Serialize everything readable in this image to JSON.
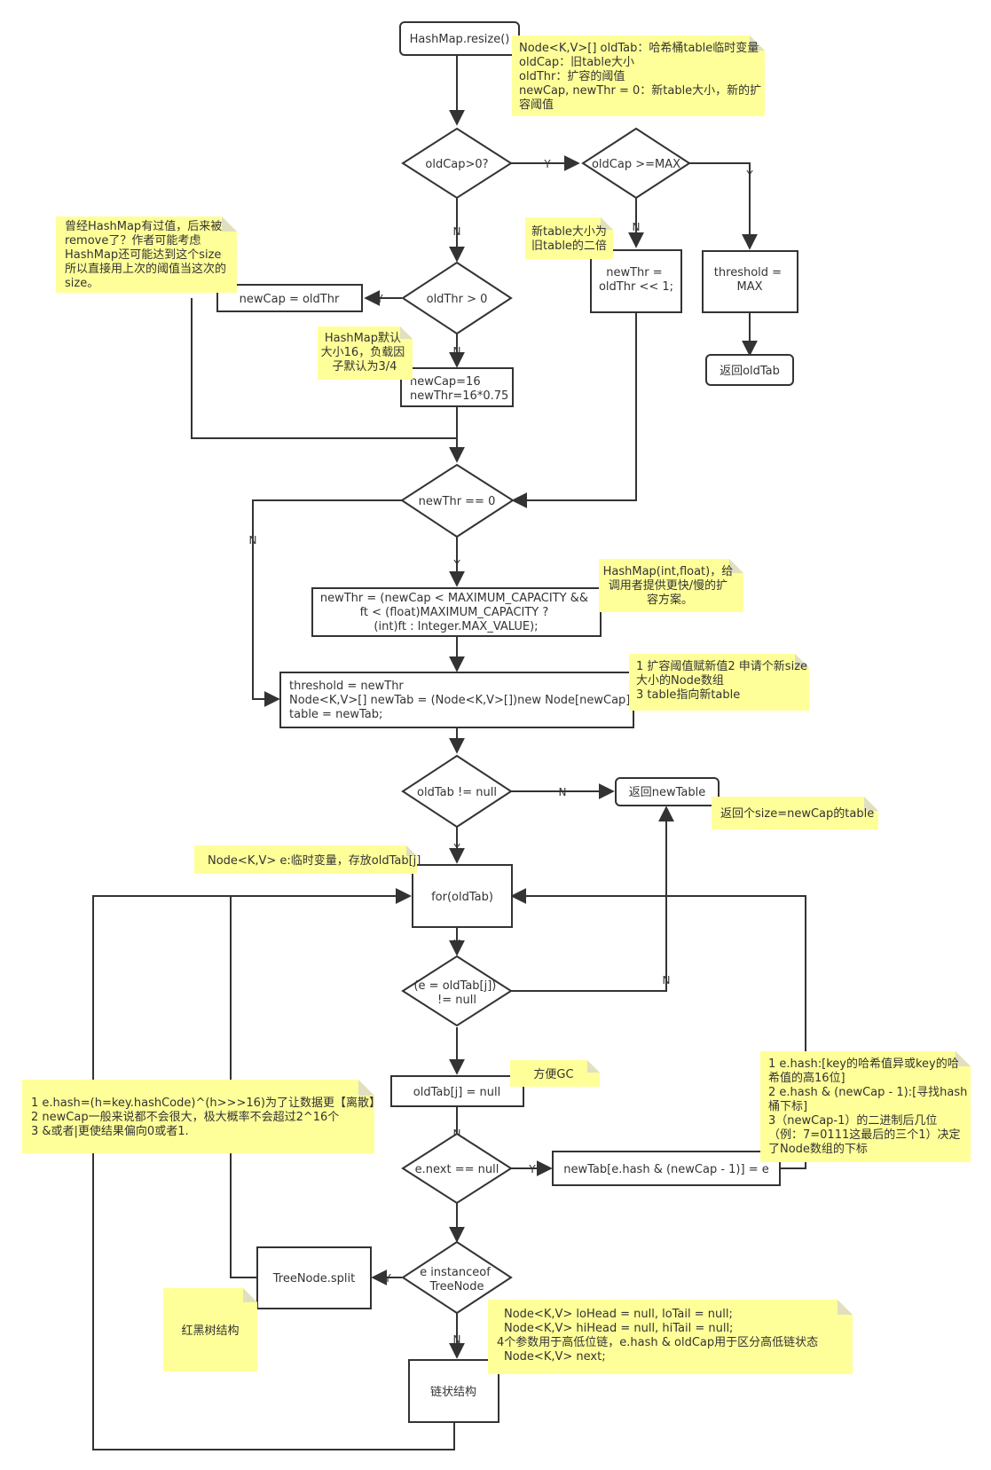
{
  "nodes": {
    "start": "HashMap.resize()",
    "d_oldcap": "oldCap>0?",
    "d_max": "oldCap >=MAX",
    "thr_max": [
      "threshold =",
      "MAX"
    ],
    "ret_oldtab": "返回oldTab",
    "newthr_shift": [
      "newThr =",
      "oldThr << 1;"
    ],
    "d_oldthr": "oldThr > 0",
    "newcap_oldthr": "newCap = oldThr",
    "defaults": [
      "newCap=16",
      "newThr=16*0.75"
    ],
    "d_newthr0": "newThr == 0",
    "calc_thr": [
      "newThr = (newCap < MAXIMUM_CAPACITY &&",
      "ft < (float)MAXIMUM_CAPACITY ?",
      "(int)ft : Integer.MAX_VALUE);"
    ],
    "assign": [
      "threshold = newThr",
      "Node<K,V>[] newTab = (Node<K,V>[])new Node[newCap]",
      "table = newTab;"
    ],
    "d_oldtab": "oldTab != null",
    "ret_newtable": "返回newTable",
    "for_loop": "for(oldTab)",
    "d_e": [
      "(e = oldTab[j])",
      "!= null"
    ],
    "null_out": "oldTab[j] = null",
    "d_next": "e.next == null",
    "newtab_assign": "newTab[e.hash & (newCap - 1)] = e",
    "d_treenode": [
      "e instanceof",
      "TreeNode"
    ],
    "treesplit": "TreeNode.split",
    "chain": "链状结构"
  },
  "edge_labels": {
    "yes": "Y",
    "no": "N"
  },
  "notes": {
    "vars": [
      "Node<K,V>[] oldTab：哈希桶table临时变量",
      "oldCap：旧table大小",
      "oldThr：扩容的阈值",
      "newCap, newThr = 0：新table大小，新的扩",
      "容阈值"
    ],
    "removed": [
      "曾经HashMap有过值，后来被",
      "remove了？作者可能考虑",
      "HashMap还可能达到这个size",
      "所以直接用上次的阈值当这次的",
      "size。"
    ],
    "double": [
      "新table大小为",
      "旧table的二倍"
    ],
    "default": [
      "HashMap默认",
      "大小16，负载因",
      "子默认为3/4"
    ],
    "ctor": [
      "HashMap(int,float)，给",
      "调用者提供更快/慢的扩",
      "容方案。"
    ],
    "steps": [
      "1 扩容阈值赋新值2 申请个新size",
      "大小的Node数组",
      "3 table指向新table"
    ],
    "ret_size": "返回个size=newCap的table",
    "temp_e": "Node<K,V> e:临时变量，存放oldTab[j]",
    "gc": "方便GC",
    "hash_left": [
      "1 e.hash=(h=key.hashCode)^(h>>>16)为了让数据更【离散】",
      "2 newCap一般来说都不会很大，极大概率不会超过2^16个",
      "3 &或者|更使结果偏向0或者1."
    ],
    "hash_right": [
      "1 e.hash:[key的哈希值异或key的哈",
      "希值的高16位]",
      "2 e.hash & (newCap - 1):[寻找hash",
      "桶下标]",
      "3（newCap-1）的二进制后几位",
      "（例：7=0111这最后的三个1）决定",
      "了Node数组的下标"
    ],
    "rbtree": "红黑树结构",
    "split": [
      "Node<K,V> loHead = null, loTail = null;",
      "Node<K,V> hiHead = null, hiTail = null;",
      "4个参数用于高低位链，e.hash & oldCap用于区分高低链状态",
      "Node<K,V> next;"
    ]
  }
}
